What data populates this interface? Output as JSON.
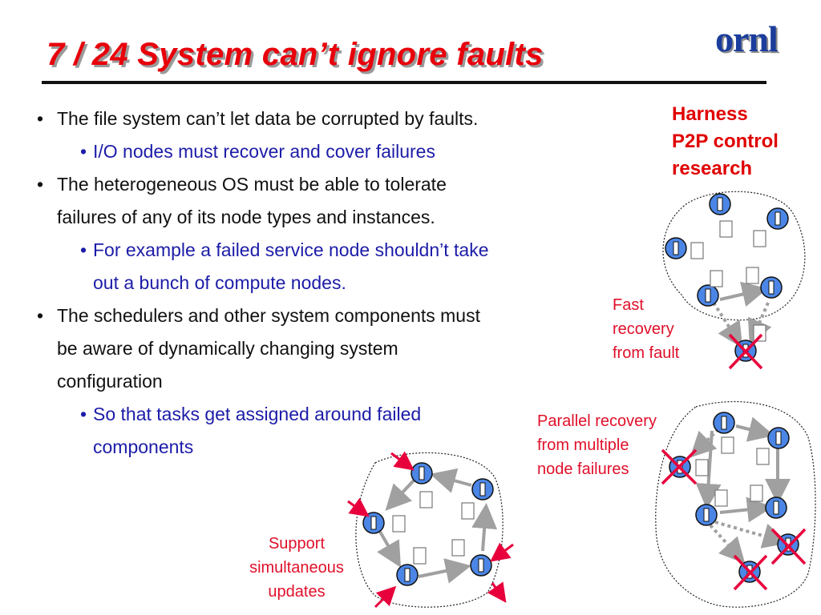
{
  "slide": {
    "title": "7 / 24 System can’t ignore faults",
    "logo": "ornl"
  },
  "bullets": [
    {
      "level": 1,
      "text": "The file system can’t let data be corrupted by faults."
    },
    {
      "level": 2,
      "text": "I/O nodes must recover and cover failures"
    },
    {
      "level": 1,
      "text": "The heterogeneous OS must be able to tolerate failures of any of its node types and instances."
    },
    {
      "level": 2,
      "text": "For example a failed service node shouldn’t take out a bunch of compute nodes."
    },
    {
      "level": 1,
      "text": "The schedulers and other system components must be aware of dynamically changing system configuration"
    },
    {
      "level": 2,
      "text": "So that tasks get assigned around failed components"
    }
  ],
  "bullet_lines": [
    [
      "The file system can’t let data be corrupted by faults."
    ],
    [
      "I/O nodes must recover and cover failures"
    ],
    [
      "The heterogeneous OS must be able to tolerate",
      "failures of any of its node types and instances."
    ],
    [
      "For example a failed service node shouldn’t take",
      "out a bunch of compute nodes."
    ],
    [
      "The schedulers and other system components must",
      "be aware of dynamically changing system",
      "configuration"
    ],
    [
      "So that tasks get assigned around failed",
      "components"
    ]
  ],
  "annotations": {
    "harness": [
      "Harness",
      "P2P control",
      "research"
    ],
    "fast_recovery": [
      "Fast",
      "recovery",
      "from fault"
    ],
    "parallel_recovery": [
      "Parallel recovery",
      "from multiple",
      "node failures"
    ],
    "support_updates": [
      "Support",
      "simultaneous",
      "updates"
    ]
  },
  "colors": {
    "title": "#e8000b",
    "logo": "#1b3d9c",
    "level1_text": "#111111",
    "level2_text": "#1c1ca8",
    "annotation": "#e0102a",
    "node_fill": "#4b86e6",
    "failure_mark": "#e8003c"
  },
  "icons": [
    "node-icon",
    "document-icon",
    "failure-x-icon",
    "update-arrow-icon"
  ]
}
